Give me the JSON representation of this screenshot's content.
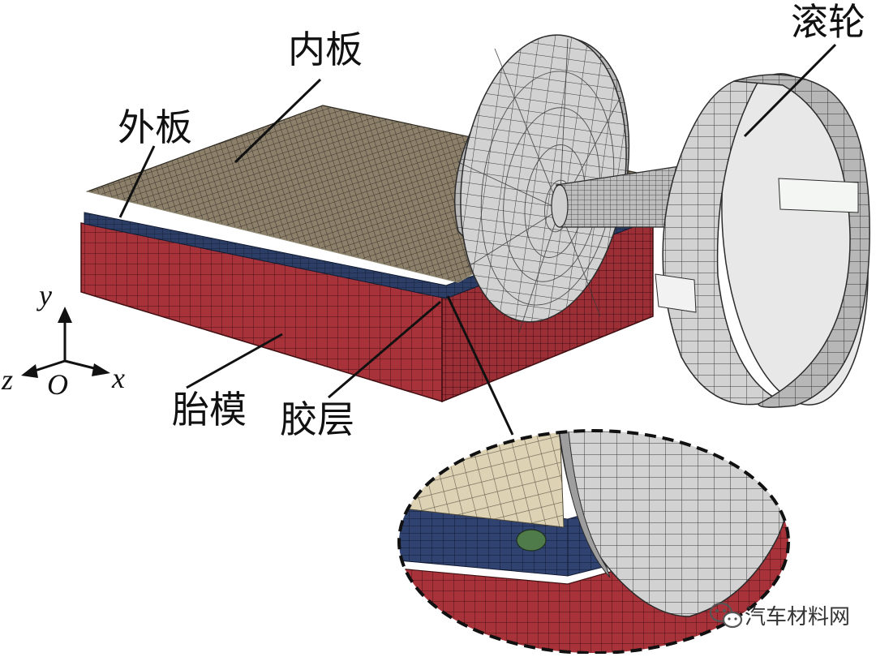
{
  "labels": {
    "inner_plate": "内板",
    "outer_plate": "外板",
    "roller": "滚轮",
    "die": "胎模",
    "adhesive": "胶层"
  },
  "axes": {
    "y": "y",
    "z": "z",
    "origin": "O",
    "x": "x"
  },
  "watermark": "汽车材料网",
  "icons": {
    "watermark": "wechat-icon"
  },
  "colors": {
    "inner_plate": "#8a7f6c",
    "outer_plate": "#2c3e66",
    "die": "#a8323a",
    "roller": "#cfcfcf",
    "mesh_line": "#2a2a2a"
  }
}
